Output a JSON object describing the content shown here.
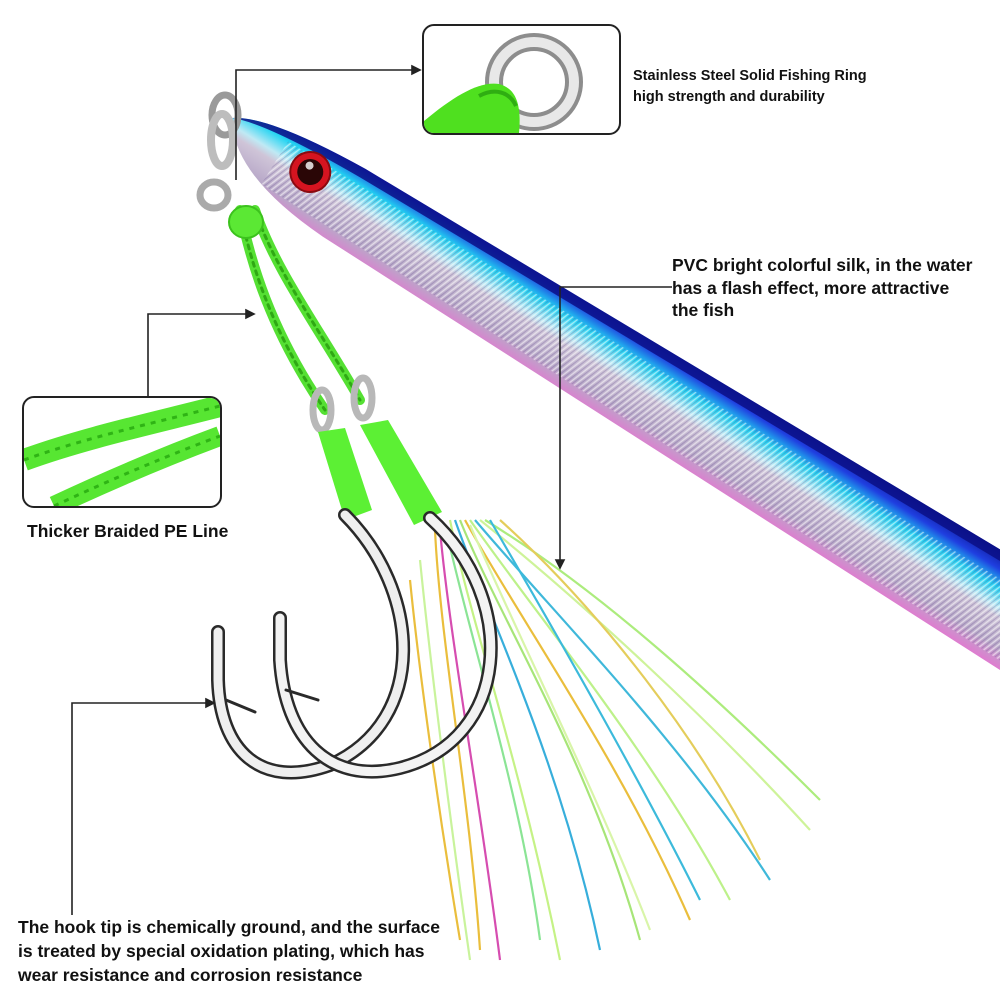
{
  "product": {
    "name": "Metal jig fishing lure with assist hooks",
    "colors": {
      "back": "#1a22b8",
      "side": "#28d6f2",
      "belly": "#e27fcf",
      "braid": "#5be834",
      "eye": "#d0121c",
      "hook": "#e6e6e6",
      "callout_line": "#222222"
    }
  },
  "callouts": {
    "ring": {
      "title": "Stainless Steel Solid Fishing Ring",
      "subtitle": "high strength and durability",
      "inset_icon": "split-ring-icon"
    },
    "silk": {
      "lines": [
        "PVC bright colorful silk, in the water",
        "has a flash effect, more attractive",
        "the fish"
      ]
    },
    "braid": {
      "title": "Thicker Braided PE Line",
      "inset_icon": "braided-line-icon"
    },
    "hook": {
      "lines": [
        "The hook tip is chemically ground, and the surface",
        "is treated by special oxidation plating, which has",
        "wear resistance and corrosion resistance"
      ]
    }
  }
}
